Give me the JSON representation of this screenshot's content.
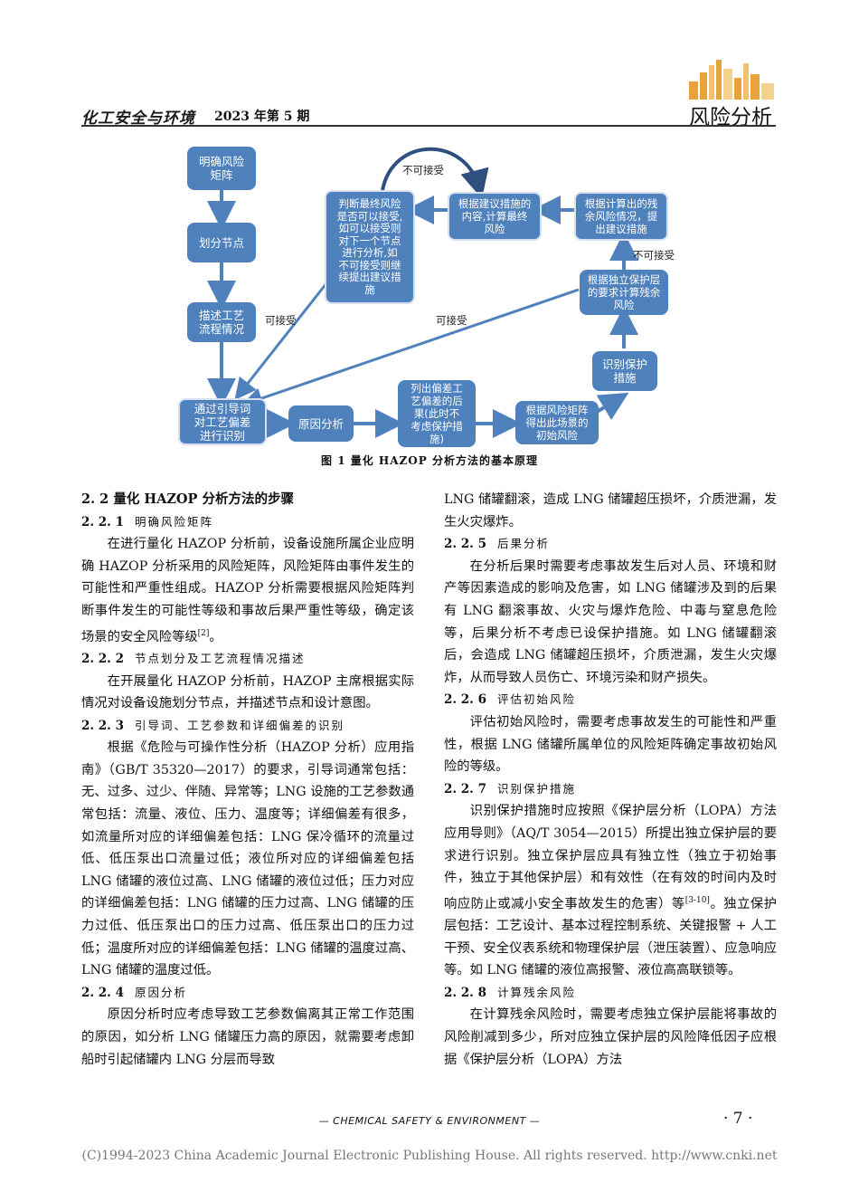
{
  "header": {
    "journal": "化工安全与环境",
    "issue": "2023 年第 5 期",
    "section": "风险分析"
  },
  "figure": {
    "nodes": {
      "n1": "明确风险\n矩阵",
      "n2": "划分节点",
      "n3": "描述工艺\n流程情况",
      "n4": "通过引导词\n对工艺偏差\n进行识别",
      "n5": "原因分析",
      "n6": "列出偏差工\n艺偏差的后\n果(此时不\n考虑保护措\n施)",
      "n7": "根据风险矩阵\n得出此场景的\n初始风险",
      "n8": "识别保护\n措施",
      "n9": "根据独立保护层\n的要求计算残余\n风险",
      "n10": "根据计算出的残\n余风险情况，提\n出建议措施",
      "n11": "根据建议措施的\n内容,计算最终\n风险",
      "n12": "判断最终风险\n是否可以接受,\n如可以接受则\n对下一个节点\n进行分析,如\n不可接受则继\n续提出建议措\n施"
    },
    "labels": {
      "unacceptable_top": "不可接受",
      "unacceptable_right": "不可接受",
      "acceptable_left": "可接受",
      "acceptable_mid": "可接受"
    },
    "caption": "图 1   量化 HAZOP 分析方法的基本原理"
  },
  "left": {
    "h22": "2. 2   量化 HAZOP 分析方法的步骤",
    "h221_num": "2. 2. 1",
    "h221_title": "明确风险矩阵",
    "p221": "在进行量化 HAZOP 分析前，设备设施所属企业应明确 HAZOP 分析采用的风险矩阵，风险矩阵由事件发生的可能性和严重性组成。HAZOP 分析需要根据风险矩阵判断事件发生的可能性等级和事故后果严重性等级，确定该场景的安全风险等级",
    "p221_ref": "[2]",
    "p221_end": "。",
    "h222_num": "2. 2. 2",
    "h222_title": "节点划分及工艺流程情况描述",
    "p222": "在开展量化 HAZOP 分析前，HAZOP 主席根据实际情况对设备设施划分节点，并描述节点和设计意图。",
    "h223_num": "2. 2. 3",
    "h223_title": "引导词、工艺参数和详细偏差的识别",
    "p223": "根据《危险与可操作性分析（HAZOP 分析）应用指南》（GB/T 35320—2017）的要求，引导词通常包括：无、过多、过少、伴随、异常等；LNG 设施的工艺参数通常包括：流量、液位、压力、温度等；详细偏差有很多，如流量所对应的详细偏差包括：LNG 保冷循环的流量过低、低压泵出口流量过低；液位所对应的详细偏差包括 LNG 储罐的液位过高、LNG 储罐的液位过低；压力对应的详细偏差包括：LNG 储罐的压力过高、LNG 储罐的压力过低、低压泵出口的压力过高、低压泵出口的压力过低；温度所对应的详细偏差包括：LNG 储罐的温度过高、LNG 储罐的温度过低。",
    "h224_num": "2. 2. 4",
    "h224_title": "原因分析",
    "p224": "原因分析时应考虑导致工艺参数偏离其正常工作范围的原因，如分析 LNG 储罐压力高的原因，就需要考虑卸船时引起储罐内 LNG 分层而导致"
  },
  "right": {
    "p224_cont": "LNG 储罐翻滚，造成 LNG 储罐超压损坏，介质泄漏，发生火灾爆炸。",
    "h225_num": "2. 2. 5",
    "h225_title": "后果分析",
    "p225": "在分析后果时需要考虑事故发生后对人员、环境和财产等因素造成的影响及危害，如 LNG 储罐涉及到的后果有 LNG 翻滚事故、火灾与爆炸危险、中毒与窒息危险等，后果分析不考虑已设保护措施。如 LNG 储罐翻滚后，会造成 LNG 储罐超压损坏，介质泄漏，发生火灾爆炸，从而导致人员伤亡、环境污染和财产损失。",
    "h226_num": "2. 2. 6",
    "h226_title": "评估初始风险",
    "p226": "评估初始风险时，需要考虑事故发生的可能性和严重性，根据 LNG 储罐所属单位的风险矩阵确定事故初始风险的等级。",
    "h227_num": "2. 2. 7",
    "h227_title": "识别保护措施",
    "p227": "识别保护措施时应按照《保护层分析（LOPA）方法应用导则》（AQ/T 3054—2015）所提出独立保护层的要求进行识别。独立保护层应具有独立性（独立于初始事件，独立于其他保护层）和有效性（在有效的时间内及时响应防止或减小安全事故发生的危害）等",
    "p227_ref": "[3-10]",
    "p227_end": "。独立保护层包括：工艺设计、基本过程控制系统、关键报警 + 人工干预、安全仪表系统和物理保护层（泄压装置）、应急响应等。如 LNG 储罐的液位高报警、液位高高联锁等。",
    "h228_num": "2. 2. 8",
    "h228_title": "计算残余风险",
    "p228": "在计算残余风险时，需要考虑独立保护层能将事故的风险削减到多少，所对应独立保护层的风险降低因子应根据《保护层分析（LOPA）方法"
  },
  "footer": {
    "journal_en": "CHEMICAL SAFETY & ENVIRONMENT",
    "page": "· 7 ·",
    "copyright": "(C)1994-2023 China Academic Journal Electronic Publishing House. All rights reserved.    http://www.cnki.net"
  },
  "colors": {
    "node": "#4f81bd",
    "arrow": "#4f81bd"
  }
}
